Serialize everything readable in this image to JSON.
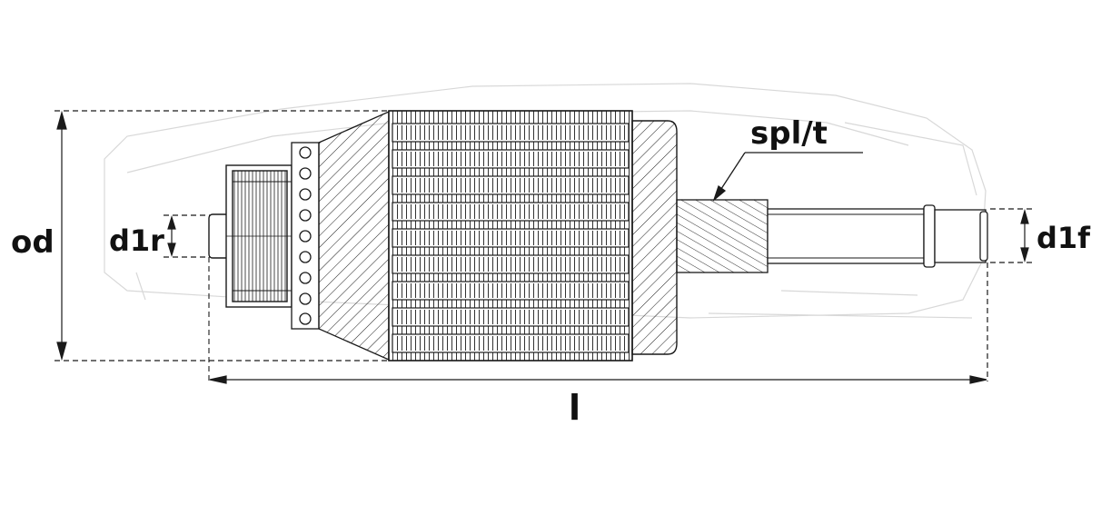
{
  "labels": {
    "od": "od",
    "d1r": "d1r",
    "d1f": "d1f",
    "spl_t": "spl/t",
    "l": "l"
  },
  "colors": {
    "line": "#1a1a1a",
    "watermark": "#d8d8d8",
    "background": "#ffffff"
  },
  "drawing_style": "technical line drawing of a starter motor armature"
}
